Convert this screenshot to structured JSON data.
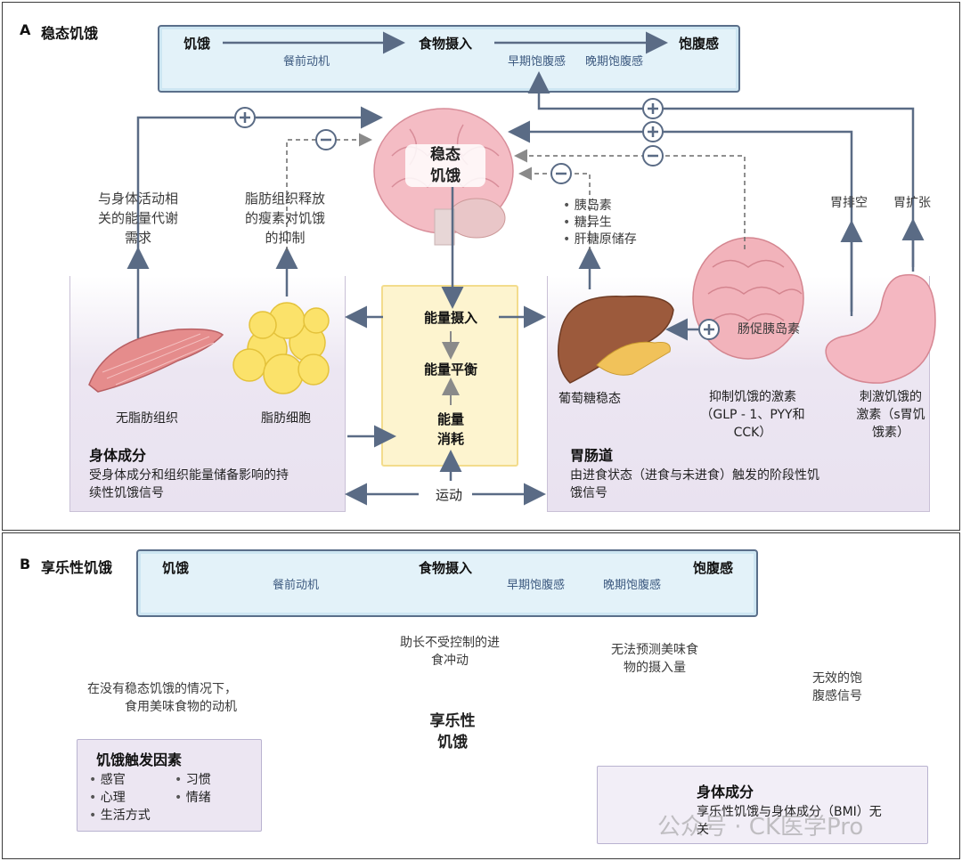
{
  "panelA": {
    "label": "A",
    "title": "稳态饥饿",
    "flow": {
      "hunger": "饥饿",
      "intake": "食物摄入",
      "satiety": "饱腹感",
      "premeal": "餐前动机",
      "early": "早期饱腹感",
      "late": "晚期饱腹感"
    },
    "brain_label": "稳态\n饥饿",
    "activity_text": "与身体活动相\n关的能量代谢\n需求",
    "leptin_text": "脂肪组织释放\n的瘦素对饥饿\n的抑制",
    "liver_list": [
      "胰岛素",
      "糖异生",
      "肝糖原储存"
    ],
    "gastric_empty": "胃排空",
    "gastric_dist": "胃扩张",
    "gut_hormones": "肠促胰岛素",
    "energy_intake": "能量摄入",
    "energy_balance": "能量平衡",
    "energy_expend": "能量\n消耗",
    "exercise": "运动",
    "lean_tissue": "无脂肪组织",
    "fat_cells": "脂肪细胞",
    "glucose": "葡萄糖稳态",
    "inhib_hormones": "抑制饥饿的激素\n（GLP - 1、PYY和\nCCK）",
    "stim_hormones": "刺激饥饿的\n激素（s胃饥\n饿素）",
    "body_title": "身体成分",
    "body_text": "受身体成分和组织能量储备影响的持\n续性饥饿信号",
    "gi_title": "胃肠道",
    "gi_text": "由进食状态（进食与未进食）触发的阶段性饥\n饿信号"
  },
  "panelB": {
    "label": "B",
    "title": "享乐性饥饿",
    "flow": {
      "hunger": "饥饿",
      "intake": "食物摄入",
      "satiety": "饱腹感",
      "premeal": "餐前动机",
      "early": "早期饱腹感",
      "late": "晚期饱腹感"
    },
    "brain_label": "享乐性\n饥饿",
    "impulse": "助长不受控制的进\n食冲动",
    "motivation": "在没有稳态饥饿的情况下，\n食用美味食物的动机",
    "unpredict": "无法预测美味食\n物的摄入量",
    "ineffective": "无效的饱\n腹感信号",
    "triggers_title": "饥饿触发因素",
    "triggers_col1": [
      "感官",
      "心理",
      "生活方式"
    ],
    "triggers_col2": [
      "习惯",
      "情绪"
    ],
    "body_title": "身体成分",
    "body_text": "享乐性饥饿与身体成分（BMI）无\n关"
  },
  "watermark": "公众号 · CK医学Pro",
  "colors": {
    "arrow": "#5a6b85",
    "flow_bg": "#e3f2f9",
    "lavender": "#ebe5f1",
    "yellow": "#fdf4cf",
    "brain": "#f2b7bf"
  }
}
